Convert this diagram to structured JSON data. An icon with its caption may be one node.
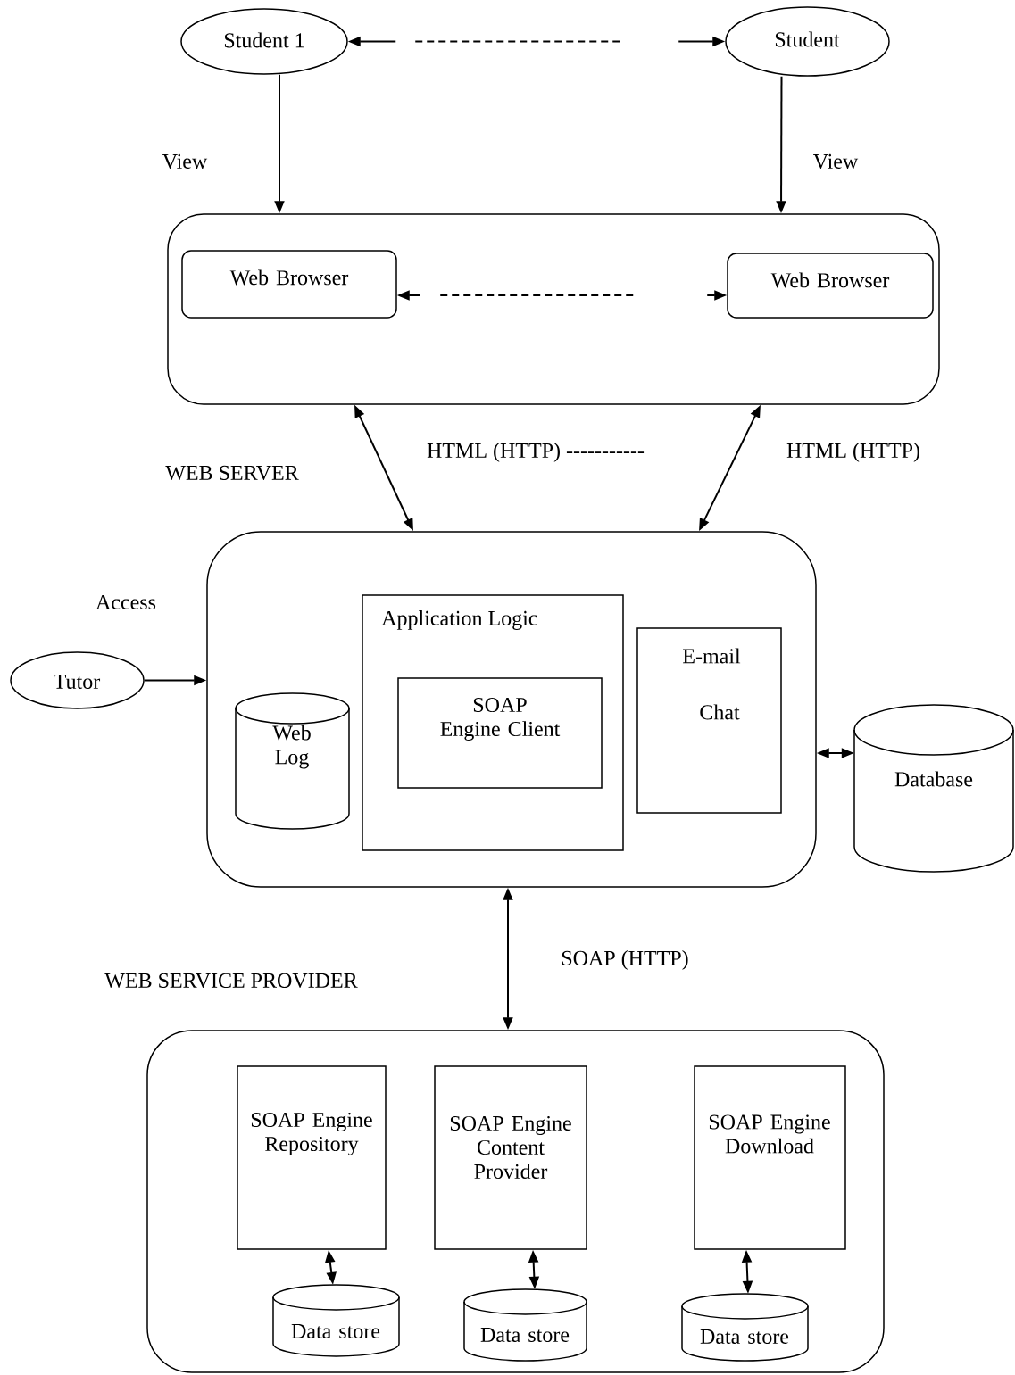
{
  "diagram": {
    "nodes": [
      {
        "text": [
          "Student 1"
        ]
      },
      {
        "text": [
          "Student"
        ]
      },
      {
        "text": [],
        "shape": "box"
      },
      {
        "text": [
          "Web Browser"
        ],
        "in": 2
      },
      {
        "text": [
          "Web Browser"
        ],
        "in": 2
      },
      {
        "text": [
          "Tutor"
        ]
      },
      {
        "text": [],
        "shape": "box"
      },
      {
        "text": [
          "Web Log"
        ],
        "in": 6
      },
      {
        "text": [
          "Application Logic"
        ],
        "in": 6
      },
      {
        "text": [
          "SOAP Engine Client"
        ],
        "in": 8
      },
      {
        "text": [
          "E-mail",
          "Chat"
        ],
        "in": 6
      },
      {
        "text": [
          "Database"
        ]
      },
      {
        "text": [],
        "shape": "box"
      },
      {
        "text": [
          "SOAP Engine Repository"
        ],
        "in": 12
      },
      {
        "text": [
          "SOAP Engine Content Provider"
        ],
        "in": 12
      },
      {
        "text": [
          "SOAP Engine Download"
        ],
        "in": 12
      },
      {
        "text": [
          "Data store"
        ],
        "in": 12
      },
      {
        "text": [
          "Data store"
        ],
        "in": 12
      },
      {
        "text": [
          "Data store"
        ],
        "in": 12
      }
    ],
    "edges": [
      {
        "from": 0,
        "to": 1,
        "arrow": "both",
        "style": "dashed"
      },
      {
        "from": 0,
        "to": 2,
        "arrow": "to",
        "label": "View"
      },
      {
        "from": 1,
        "to": 2,
        "arrow": "to",
        "label": "View"
      },
      {
        "from": 3,
        "to": 4,
        "arrow": "both",
        "style": "dashed"
      },
      {
        "from": 2,
        "to": 6,
        "arrow": "both",
        "label": "HTML (HTTP) -----------"
      },
      {
        "from": 2,
        "to": 6,
        "arrow": "both",
        "label": "HTML (HTTP)"
      },
      {
        "from": 5,
        "to": 6,
        "arrow": "to"
      },
      {
        "from": 6,
        "to": 11,
        "arrow": "both"
      },
      {
        "from": 6,
        "to": 12,
        "arrow": "both",
        "label": "SOAP (HTTP)"
      },
      {
        "from": 13,
        "to": 16,
        "arrow": "both"
      },
      {
        "from": 14,
        "to": 17,
        "arrow": "both"
      },
      {
        "from": 15,
        "to": 18,
        "arrow": "both"
      }
    ],
    "labels": [
      "WEB SERVER",
      "Access",
      "WEB SERVICE PROVIDER"
    ]
  }
}
